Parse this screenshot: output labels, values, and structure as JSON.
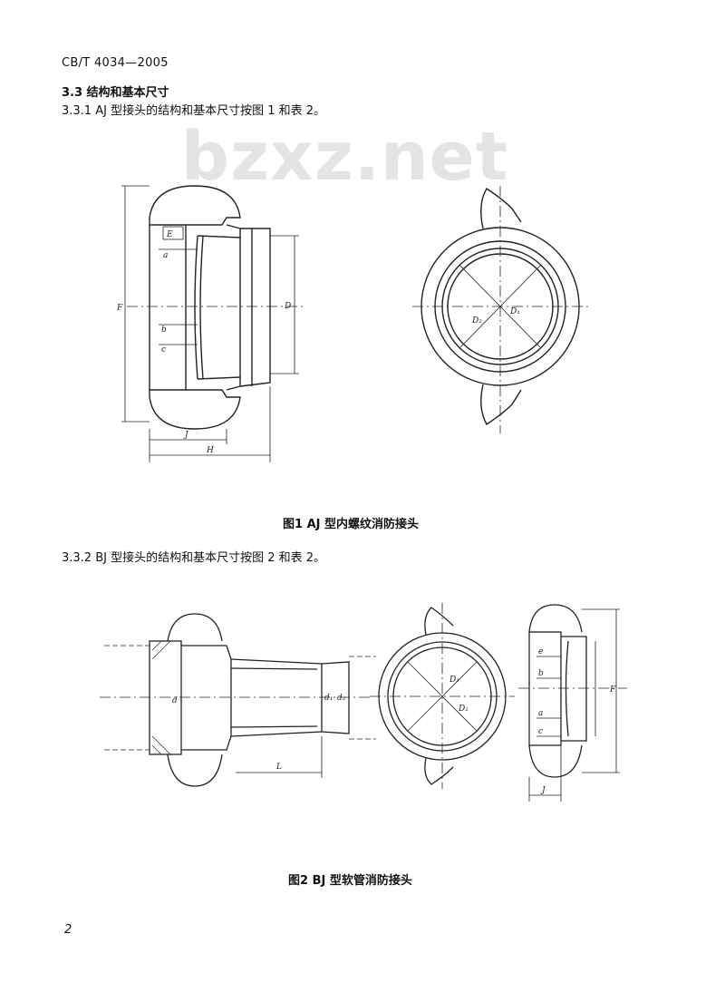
{
  "header": {
    "standard_code": "CB/T 4034—2005"
  },
  "watermark": {
    "text": "bzxz.net"
  },
  "sections": {
    "s3_3": {
      "text": "3.3  结构和基本尺寸"
    },
    "s3_3_1": {
      "text": "3.3.1  AJ 型接头的结构和基本尺寸按图 1 和表 2。"
    },
    "s3_3_2": {
      "text": "3.3.2  BJ 型接头的结构和基本尺寸按图 2 和表 2。"
    }
  },
  "figure1": {
    "caption": "图1  AJ 型内螺纹消防接头",
    "labels": {
      "E": "E",
      "a": "a",
      "F": "F",
      "b": "b",
      "c": "c",
      "D": "D",
      "J": "J",
      "H": "H",
      "D1": "D₁",
      "D2": "D₂"
    }
  },
  "figure2": {
    "caption": "图2  BJ 型软管消防接头",
    "labels": {
      "d": "d",
      "d1": "d₁",
      "d2": "d₂",
      "L": "L",
      "D1": "D₁",
      "D2": "D₂",
      "a": "a",
      "b": "b",
      "c": "c",
      "e": "e",
      "F": "F",
      "J": "J"
    }
  },
  "footer": {
    "page_number": "2"
  }
}
